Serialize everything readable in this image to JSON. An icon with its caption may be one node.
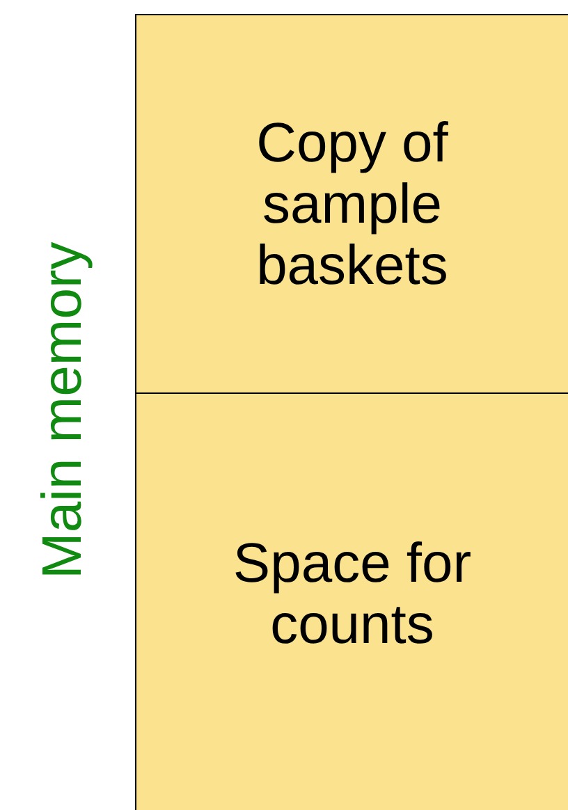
{
  "diagram": {
    "nodes": [
      {
        "text": [
          "Copy of sample baskets"
        ]
      },
      {
        "text": [
          "Space for counts"
        ]
      }
    ],
    "labels": [
      "Main memory"
    ]
  }
}
